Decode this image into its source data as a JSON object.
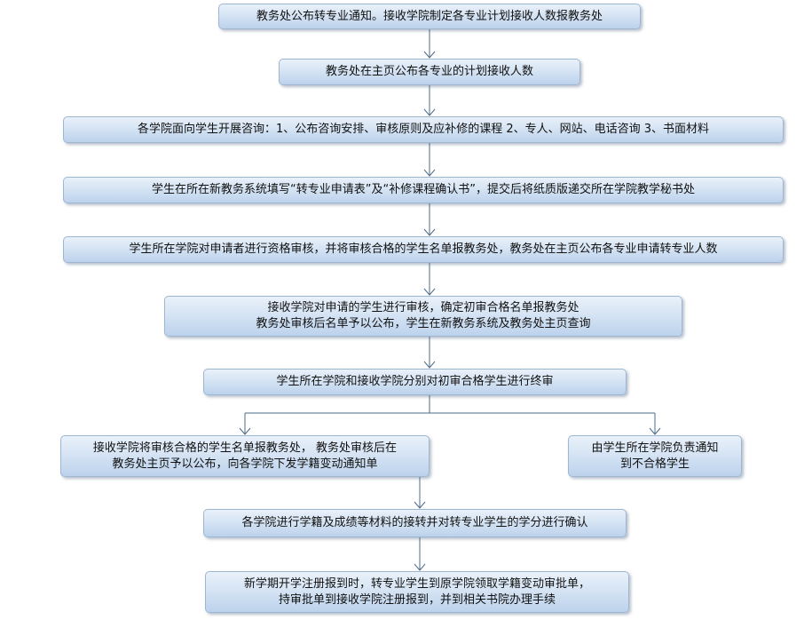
{
  "flowchart": {
    "steps": {
      "s1": [
        "教务处公布转专业通知。接收学院制定各专业计划接收人数报教务处"
      ],
      "s2": [
        "教务处在主页公布各专业的计划接收人数"
      ],
      "s3": [
        "各学院面向学生开展咨询：1、公布咨询安排、审核原则及应补修的课程   2、专人、网站、电话咨询 3、书面材料"
      ],
      "s4": [
        "学生在所在新教务系统填写“转专业申请表”及“补修课程确认书”，提交后将纸质版递交所在学院教学秘书处"
      ],
      "s5": [
        "学生所在学院对申请者进行资格审核，并将审核合格的学生名单报教务处，教务处在主页公布各专业申请转专业人数"
      ],
      "s6": [
        "接收学院对申请的学生进行审核，确定初审合格名单报教务处",
        "教务处审核后名单予以公布，学生在新教务系统及教务处主页查询"
      ],
      "s7": [
        "学生所在学院和接收学院分别对初审合格学生进行终审"
      ],
      "s8a": [
        "接收学院将审核合格的学生名单报教务处， 教务处审核后在",
        "教务处主页予以公布，向各学院下发学籍变动通知单"
      ],
      "s8b": [
        "由学生所在学院负责通知",
        "到不合格学生"
      ],
      "s9": [
        "各学院进行学籍及成绩等材料的接转并对转专业学生的学分进行确认"
      ],
      "s10": [
        "新学期开学注册报到时，转专业学生到原学院领取学籍变动审批单，",
        "持审批单到接收学院注册报到，并到相关书院办理手续"
      ]
    },
    "colors": {
      "box_fill_top": "#e9f1fa",
      "box_fill_bottom": "#bcd2ec",
      "box_border": "#9fb6d1",
      "connector": "#4a6b8a"
    }
  }
}
